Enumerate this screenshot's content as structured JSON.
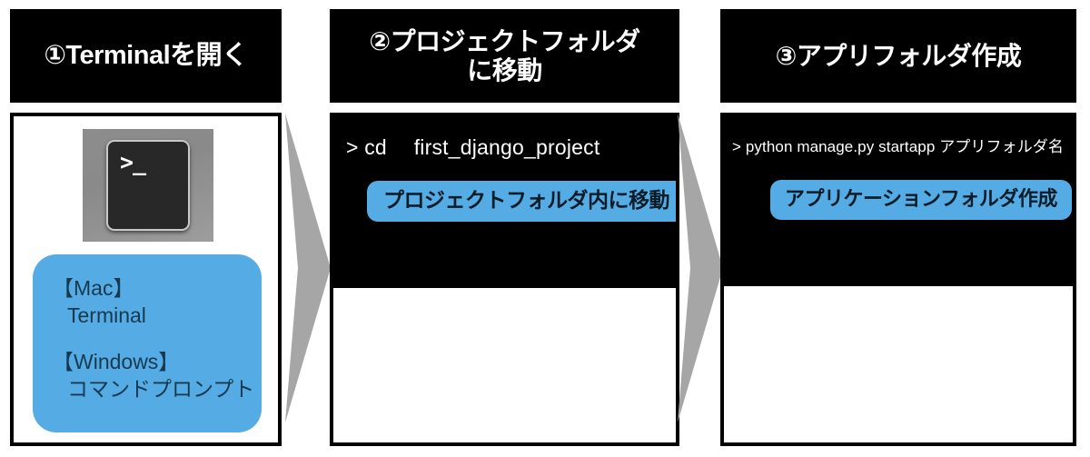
{
  "steps": [
    {
      "header": "①Terminalを開く",
      "icon_name": "terminal-app-icon",
      "icon_prompt": ">_",
      "card": {
        "mac_label": "【Mac】",
        "mac_value": "Terminal",
        "windows_label": "【Windows】",
        "windows_value": "コマンドプロンプト"
      }
    },
    {
      "header_line1": "②プロジェクトフォルダ",
      "header_line2": "に移動",
      "command": "> cd　 first_django_project",
      "pill": "プロジェクトフォルダ内に移動"
    },
    {
      "header": "③アプリフォルダ作成",
      "command": "> python manage.py startapp アプリフォルダ名",
      "pill": "アプリケーションフォルダ作成"
    }
  ],
  "arrows": [
    {
      "name": "step-1-to-2-arrow"
    },
    {
      "name": "step-2-to-3-arrow"
    }
  ],
  "colors": {
    "accent_blue": "#55ace4",
    "panel_black": "#000000",
    "panel_white": "#ffffff",
    "arrow_gray": "#a6a6a6",
    "blue_card_text": "#17394f"
  }
}
